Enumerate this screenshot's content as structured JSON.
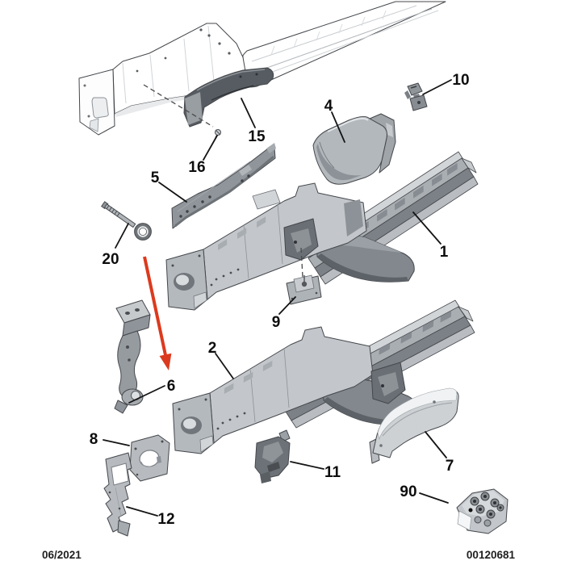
{
  "diagram": {
    "type": "exploded-parts-diagram",
    "footer": {
      "date_code": "06/2021",
      "drawing_number": "00120681"
    },
    "colors": {
      "background": "#ffffff",
      "outline": "#44474b",
      "label_text": "#0d0d0d",
      "arrow_red": "#dc3a1e",
      "metal_light": "#c9cdd0",
      "metal_mid": "#9aa0a5",
      "metal_dark": "#5f646b"
    },
    "callouts": {
      "c1": {
        "label": "1"
      },
      "c2": {
        "label": "2"
      },
      "c4": {
        "label": "4"
      },
      "c5": {
        "label": "5"
      },
      "c6": {
        "label": "6"
      },
      "c7": {
        "label": "7"
      },
      "c8": {
        "label": "8"
      },
      "c9": {
        "label": "9"
      },
      "c10": {
        "label": "10"
      },
      "c11": {
        "label": "11"
      },
      "c12": {
        "label": "12"
      },
      "c15": {
        "label": "15"
      },
      "c16": {
        "label": "16"
      },
      "c20": {
        "label": "20"
      },
      "c90": {
        "label": "90"
      }
    }
  }
}
